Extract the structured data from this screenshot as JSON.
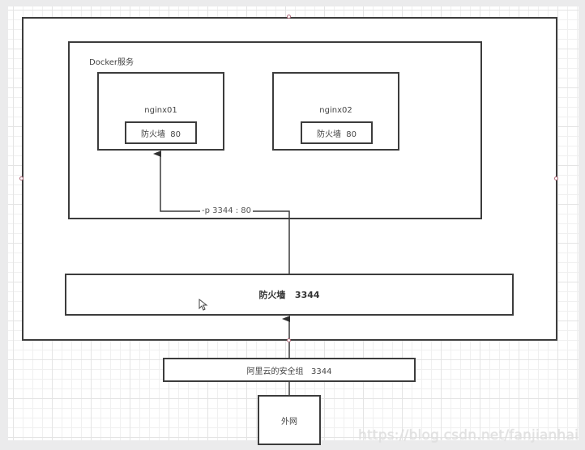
{
  "diagram": {
    "host_label": "",
    "docker_service": {
      "title": "Docker服务"
    },
    "containers": [
      {
        "name": "nginx01",
        "firewall": "防火墙  80"
      },
      {
        "name": "nginx02",
        "firewall": "防火墙  80"
      }
    ],
    "port_mapping_label": "-p 3344 : 80",
    "host_firewall": {
      "label": "防火墙   3344"
    },
    "security_group": {
      "label": "阿里云的安全组   3344"
    },
    "internet": {
      "label": "外网"
    }
  },
  "watermark": "https://blog.csdn.net/fanjianhai",
  "colors": {
    "stroke": "#3c3c3c",
    "handle": "#b06a7a",
    "canvas_bg": "#ffffff",
    "outer_bg": "#ebebec"
  }
}
